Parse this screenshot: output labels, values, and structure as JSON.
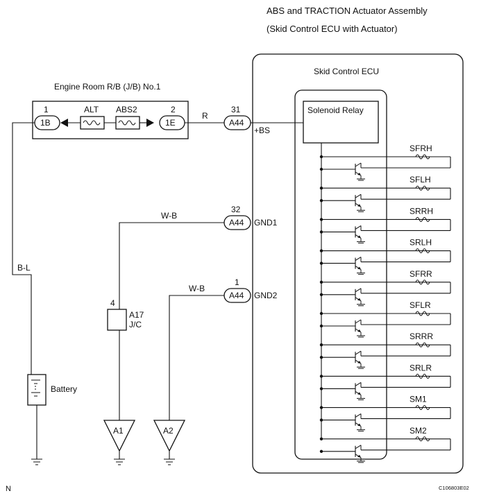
{
  "assembly": {
    "title_line1": "ABS and TRACTION Actuator Assembly",
    "title_line2": "(Skid Control ECU with Actuator)",
    "ecu_label": "Skid Control ECU",
    "relay_label": "Solenoid Relay"
  },
  "relay_block": {
    "title": "Engine Room R/B (J/B) No.1",
    "pin_left": "1",
    "conn_left": "1B",
    "pin_right": "2",
    "conn_right": "1E",
    "fuse1": "ALT",
    "fuse2": "ABS2"
  },
  "connectors": [
    {
      "pin": "31",
      "code": "A44",
      "terminal": "+BS",
      "wire": "R"
    },
    {
      "pin": "32",
      "code": "A44",
      "terminal": "GND1",
      "wire": "W-B"
    },
    {
      "pin": "1",
      "code": "A44",
      "terminal": "GND2",
      "wire": "W-B"
    }
  ],
  "jc": {
    "pin": "4",
    "code": "A17",
    "type": "J/C"
  },
  "battery": {
    "label": "Battery",
    "wire": "B-L"
  },
  "grounds": [
    "A1",
    "A2"
  ],
  "solenoids": [
    "SFRH",
    "SFLH",
    "SRRH",
    "SRLH",
    "SFRR",
    "SFLR",
    "SRRR",
    "SRLR",
    "SM1",
    "SM2"
  ],
  "corner": {
    "left": "N",
    "right": "C106803E02"
  }
}
